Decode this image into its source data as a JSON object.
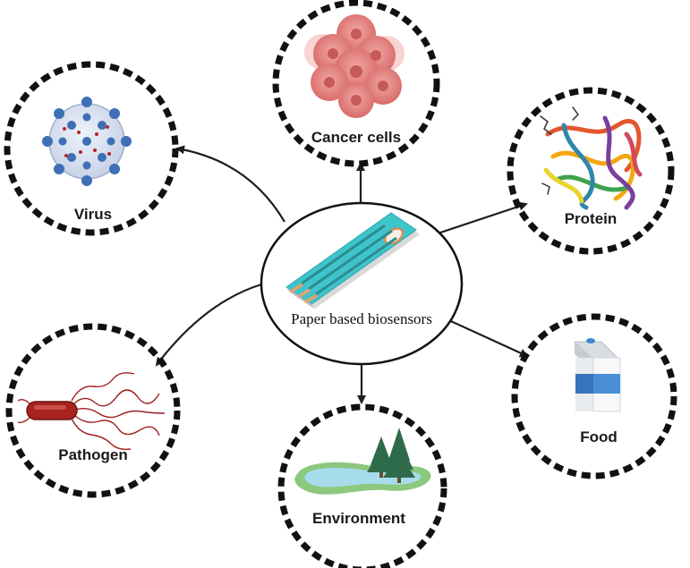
{
  "center": {
    "label": "Paper based biosensors",
    "icon": "paper-biosensor-strip-icon"
  },
  "nodes": [
    {
      "id": "cancer-cells",
      "label": "Cancer cells",
      "icon": "cancer-cells-icon"
    },
    {
      "id": "virus",
      "label": "Virus",
      "icon": "virus-icon"
    },
    {
      "id": "protein",
      "label": "Protein",
      "icon": "protein-icon"
    },
    {
      "id": "pathogen",
      "label": "Pathogen",
      "icon": "bacterium-icon"
    },
    {
      "id": "food",
      "label": "Food",
      "icon": "milk-carton-icon"
    },
    {
      "id": "environment",
      "label": "Environment",
      "icon": "lake-with-trees-icon"
    }
  ],
  "colors": {
    "line": "#1e1e1e",
    "strip_teal": "#34c3c8",
    "electrode_orange": "#e9a06b",
    "cancer_pink": "#e88b8b",
    "virus_blue": "#3f6fb5",
    "bacterium_red": "#9e1f1f",
    "milk_blue": "#3d86d2",
    "water_blue": "#a7dcec",
    "grass_green": "#8cc87e",
    "tree_green": "#2e6b4a"
  }
}
